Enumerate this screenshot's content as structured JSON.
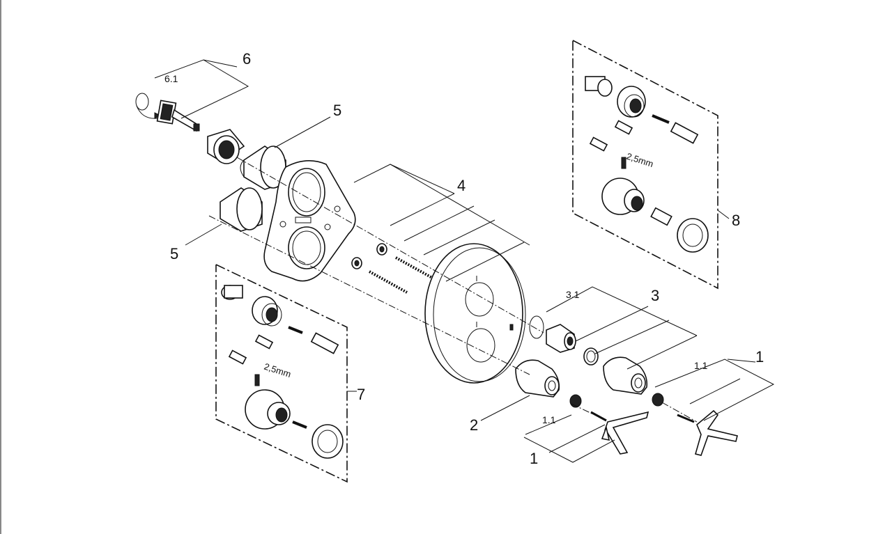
{
  "labels": {
    "p1": "1",
    "p1b": "1",
    "p1_1": "1.1",
    "p1_1b": "1.1",
    "p2": "2",
    "p3": "3",
    "p3_1": "3.1",
    "p4": "4",
    "p5a": "5",
    "p5b": "5",
    "p6": "6",
    "p6_1": "6.1",
    "p7": "7",
    "p8": "8",
    "mm7": "2,5mm",
    "mm8": "2,5mm"
  }
}
